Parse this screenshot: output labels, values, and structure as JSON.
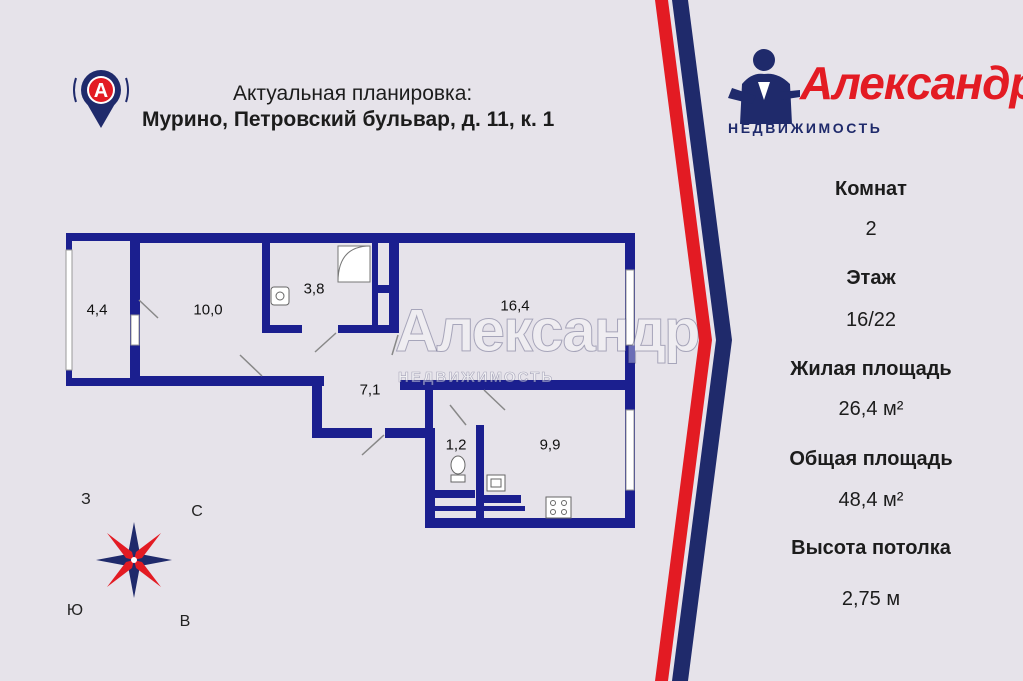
{
  "header": {
    "line1": "Актуальная планировка:",
    "line2": "Мурино, Петровский бульвар, д. 11, к. 1"
  },
  "logo": {
    "badge_letter": "А",
    "brand_name": "Александр",
    "brand_sub": "НЕДВИЖИМОСТЬ",
    "watermark_name": "Александр",
    "watermark_sub": "НЕДВИЖИМОСТЬ"
  },
  "rooms": [
    {
      "id": "balcony",
      "area": "4,4"
    },
    {
      "id": "room-1",
      "area": "10,0"
    },
    {
      "id": "bathroom",
      "area": "3,8"
    },
    {
      "id": "room-2",
      "area": "16,4"
    },
    {
      "id": "hallway",
      "area": "7,1"
    },
    {
      "id": "toilet",
      "area": "1,2"
    },
    {
      "id": "kitchen",
      "area": "9,9"
    }
  ],
  "compass": {
    "west": "З",
    "north": "С",
    "south": "Ю",
    "east": "В"
  },
  "info": {
    "rooms_label": "Комнат",
    "rooms_value": "2",
    "floor_label": "Этаж",
    "floor_value": "16/22",
    "living_label": "Жилая площадь",
    "living_value": "26,4 м²",
    "total_label": "Общая площадь",
    "total_value": "48,4 м²",
    "ceiling_label": "Высота потолка",
    "ceiling_value": "2,75 м"
  },
  "colors": {
    "wall": "#1b1f8f",
    "accent_red": "#e31b23",
    "accent_navy": "#1f2a6b",
    "panel": "#e6e3ea"
  },
  "icons": [
    "location-pin-icon",
    "compass-rose-icon",
    "realtor-figure-icon",
    "sink-icon",
    "shower-icon",
    "toilet-icon",
    "stove-icon"
  ]
}
